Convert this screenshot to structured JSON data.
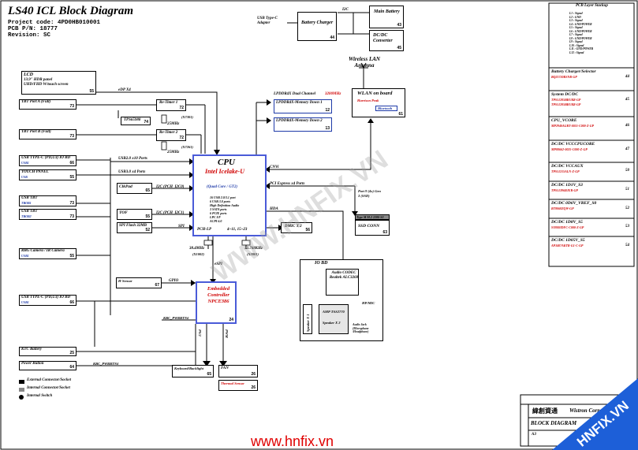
{
  "title": "LS40 ICL Block Diagram",
  "project_code": "Project code: 4PD0HB010001",
  "pcb_pn": "PCB P/N: 18777",
  "revision": "Revision: SC",
  "cpu": {
    "label": "CPU",
    "name": "Intel Icelake-U",
    "cores": "(Quad Core / GT2)",
    "features": [
      "16 USB 2.0/3.1 port",
      "6 USB 3.0 ports",
      "High Definition Audio",
      "3 SATA ports",
      "6 PCIE ports",
      "LPC I/F",
      "ACPI 6.0"
    ],
    "pins": "4~11, 15~23"
  },
  "lcd": {
    "label": "LCD",
    "desc": "13.9\" HDR panel UHD/FHD W/touch screen",
    "num": "55",
    "conn": "eDP X4"
  },
  "tbt_a": {
    "label": "TBT Port A (Full)",
    "num": "73"
  },
  "tbt_b": {
    "label": "TBT Port B (Full)",
    "num": "73"
  },
  "retimer1": {
    "label": "Re-Timer 1",
    "num": "72",
    "xtal": "(X7301)",
    "freq": "25MHz"
  },
  "retimer2": {
    "label": "Re-Timer 2",
    "num": "72",
    "xtal": "(X7261)",
    "freq": "25MHz"
  },
  "tps": {
    "label": "TPS65988",
    "num": "74"
  },
  "lpddr": {
    "label": "LPDDR4X Dual Channel",
    "speed": "3200MHz",
    "down1": "LPDDR4X-Memory Down 1",
    "down1_num": "12",
    "down2": "LPDDR4X-Memory Down 2",
    "down2_num": "13"
  },
  "wlan": {
    "label": "WLAN on board",
    "sub": "Harrison Peak",
    "bt": "Bluetooth",
    "num": "61",
    "antenna": "Wireless LAN Antenna"
  },
  "usb_typec": {
    "label": "USB Type-C Adapter"
  },
  "charger": {
    "label": "Battery Charger",
    "num": "44",
    "i2c": "I2C"
  },
  "main_battery": {
    "label": "Main Battery",
    "num": "43"
  },
  "dcdc": {
    "label": "DC/DC Converter",
    "num": "45"
  },
  "left_ports": [
    {
      "label": "USB TYPE-C (PD,U3) IO BD",
      "sub": "USB1",
      "num": "66"
    },
    {
      "label": "TOUCH PANEL",
      "sub": "USB",
      "num": "55"
    },
    {
      "label": "USB TBT",
      "sub": "TBOB1",
      "num": "73"
    },
    {
      "label": "USB TBT",
      "sub": "TBOB2",
      "num": "73"
    },
    {
      "label": "RBG Camera / IR Camera",
      "sub": "USB1",
      "num": "55"
    }
  ],
  "usb_ports": "USB2.0 x10 Ports",
  "usb3_ports": "USB3.0 x4 Ports",
  "clkpad": {
    "label": "ClkPad",
    "num": "65"
  },
  "i2c_clkpad": "I2C (PCH_I2C0)",
  "tof": {
    "label": "TOF",
    "num": "55"
  },
  "i2c_tof": "I2C (PCH_I2C1)",
  "spi_flash": {
    "label": "SPI Flash 32MB",
    "num": "52"
  },
  "spi": "SPI",
  "cnvi": "CNVi",
  "pcie": "PCI Express x4 Ports",
  "hda": "HDA",
  "port9": "Port 9 (4x) Gen 3 (SSD)",
  "m2": "Type M M.2 2280-S3",
  "ssd": {
    "label": "SSD CONN",
    "num": "63"
  },
  "dmic": {
    "label": "DMIC X 2",
    "num": "56"
  },
  "xtal_cpu1": {
    "freq": "38.4MHz",
    "ref": "(X1002)"
  },
  "xtal_cpu2": {
    "freq": "32.768KHz",
    "ref": "(X3001)"
  },
  "pch_lp": "PCH-LP",
  "espi": "eSPI",
  "io_bd": {
    "label": "IO BD",
    "codec": "Audio CODEC Realtek ALC3268",
    "amp": "AMP TAS2770",
    "spk1": "Speaker X 1",
    "spk2": "Speaker X 2",
    "hp": "HP/MIC",
    "jack": "Audio Jack (Microphone /Headphone)"
  },
  "h_sensor": {
    "label": "H-Sensor",
    "num": "67",
    "gpio": "GPIO"
  },
  "ec": {
    "label": "Embedded Controller NPCE386",
    "num": "24"
  },
  "kbc": "KBC_PWRBTN#",
  "usb_typec2": {
    "label": "USB TYPE-C (PD,U3) IO BD",
    "sub": "USB1",
    "num": "66"
  },
  "ktc": {
    "label": "KTC Battery",
    "num": "25"
  },
  "power_button": {
    "label": "Power Button",
    "num": "64"
  },
  "keyboard": {
    "label": "Keyboard/Backlight",
    "num": "65"
  },
  "fan": {
    "label": "FAN",
    "num": "26"
  },
  "thermal": {
    "label": "Thermal Sensor",
    "num": "26"
  },
  "ps2": "PS/2",
  "pwm": "PWM",
  "legend": [
    {
      "label": "External Connector/Socket"
    },
    {
      "label": "Internal Connector/Socket"
    },
    {
      "label": "Internal Switch"
    }
  ],
  "right_panel": {
    "stackup_title": "PCB Layer Stackup",
    "layers": [
      "L1 : Signal",
      "L2 : GND",
      "L3 : Signal",
      "L4 : GND/POWER",
      "L5 : Signal",
      "L6 : GND/POWER",
      "L7 : Signal",
      "L8 : GND/POWER",
      "L9 : Signal",
      "L10 : Signal",
      "L11 : GND/POWER",
      "L12 : Signal"
    ],
    "sections": [
      {
        "title": "Battery Charger/Selector",
        "part": "BQ25730RSNR-GP",
        "num": "44"
      },
      {
        "title": "System DC/DC",
        "part": "TPS51285BRUKR-GP",
        "part2": "TPS51285BRUKR-GP",
        "num": "45"
      },
      {
        "title": "CPU_VCORE",
        "part": "MP2940AGRT-0055-C000-Z-GP",
        "num": "46"
      },
      {
        "title": "DC/DC VCCCPUCORE",
        "part": "MP88662-0025-C000-Z-GP",
        "num": "47"
      },
      {
        "title": "DC/DC VCCAUX",
        "part": "TPS51215ALN-Z-GP",
        "num": "50"
      },
      {
        "title": "DC/DC 1D1V_S3",
        "part": "TPS51396RJER-GP",
        "num": "51"
      },
      {
        "title": "DC/DC 0D6V_VREF_S0",
        "part": "RT8068ZQW-GP",
        "num": "52"
      },
      {
        "title": "DC/DC 1D8V_S5",
        "part": "SY8003DFC-C000-Z-GP",
        "num": "53"
      },
      {
        "title": "DC/DC 1D05V_S5",
        "part": "AP3407AKTR-G1-C-GP",
        "num": "54"
      }
    ]
  },
  "bottom_right": {
    "company": "緯創資通",
    "company2": "Wistron Corporation",
    "block": "BLOCK DIAGRAM",
    "rev": "SC",
    "size": "A3"
  },
  "watermark_url": "www.hnfix.vn",
  "watermark_diag": "WWW.HNFIX.VN",
  "watermark_corner": "HNFIX.VN"
}
